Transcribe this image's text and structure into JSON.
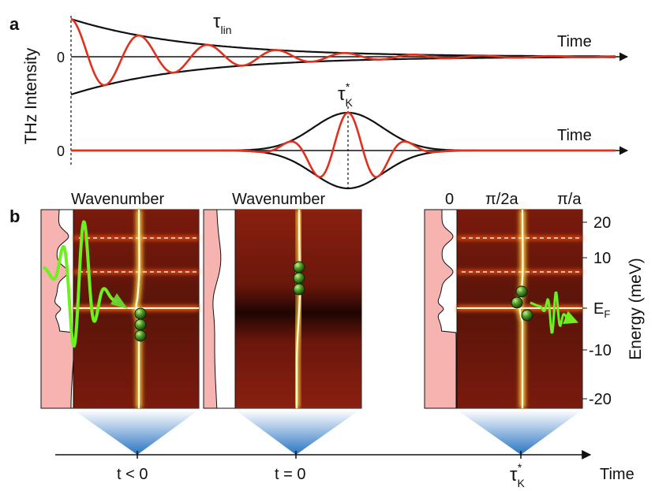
{
  "panel_a": {
    "label": "a",
    "y_axis_label": "THz Intensity",
    "top": {
      "zero_label": "0",
      "time_label": "Time",
      "tau_symbol": "τ",
      "tau_sub": "lin"
    },
    "bottom": {
      "zero_label": "0",
      "time_label": "Time",
      "tau_symbol": "τ",
      "tau_sub": "K",
      "tau_sup": "*"
    }
  },
  "panel_b": {
    "label": "b",
    "maps": [
      {
        "header": "Wavenumber"
      },
      {
        "header": "Wavenumber"
      },
      {
        "header": ""
      }
    ],
    "k_ticks": [
      "0",
      "π/2a",
      "π/a"
    ],
    "energy_axis": {
      "title": "Energy (meV)",
      "ticks": [
        "20",
        "10",
        "E",
        "-10",
        "-20"
      ],
      "ef_sub": "F"
    }
  },
  "timeline": {
    "label": "Time",
    "points": [
      {
        "text": "t < 0"
      },
      {
        "text": "t = 0"
      },
      {
        "text": "τ",
        "sub": "K",
        "sup": "*"
      }
    ]
  },
  "colors": {
    "trace_red": "#e0301e",
    "envelope_black": "#111111",
    "pulse_green": "#6cf01e",
    "particle_green": "#3a7a1c",
    "dos_pink": "#f6b3b0",
    "map_dark": "#3a0a05",
    "band_white": "#fffbe8",
    "cone_blue": "#3f86c9"
  }
}
